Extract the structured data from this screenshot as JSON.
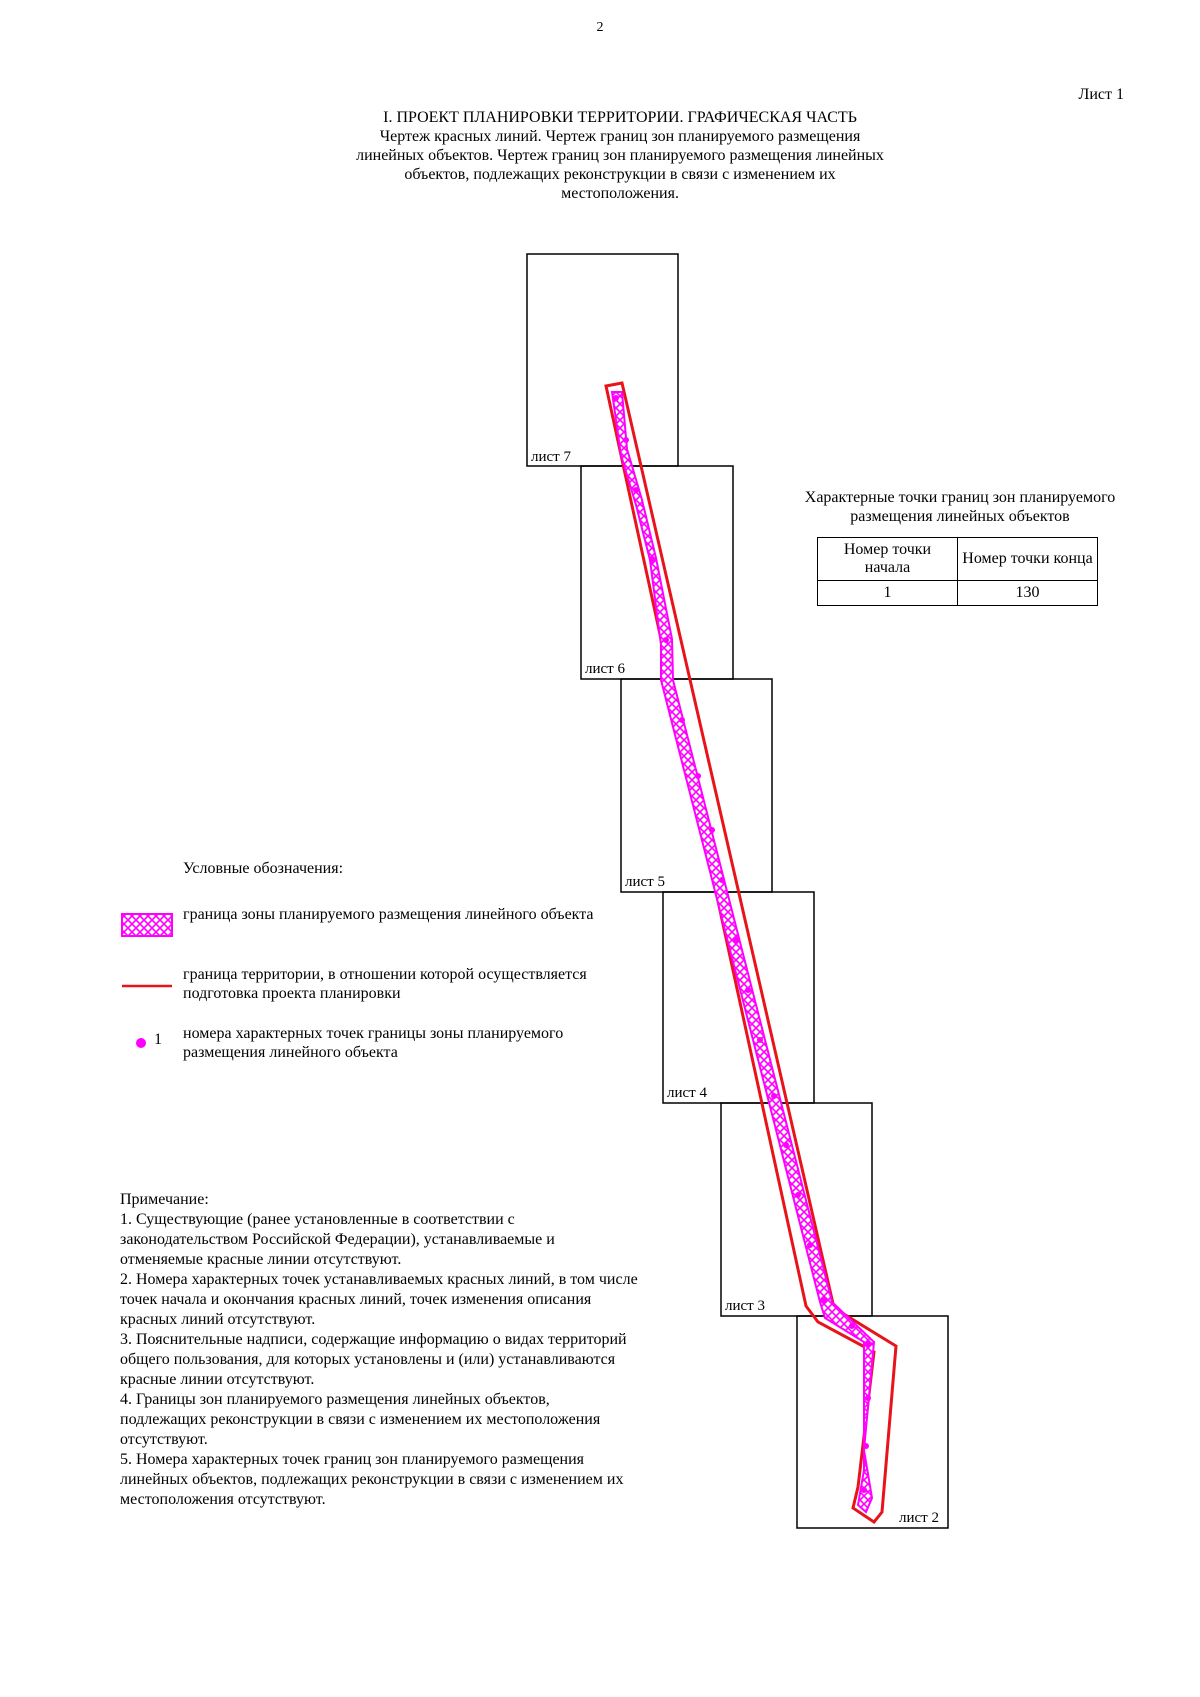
{
  "page_number": "2",
  "sheet_label": "Лист 1",
  "title": {
    "line1": "I. ПРОЕКТ ПЛАНИРОВКИ ТЕРРИТОРИИ. ГРАФИЧЕСКАЯ ЧАСТЬ",
    "line2": "Чертеж красных линий. Чертеж границ зон планируемого размещения",
    "line3": "линейных объектов. Чертеж границ зон планируемого размещения линейных",
    "line4": "объектов, подлежащих реконструкции в связи с изменением их",
    "line5": "местоположения."
  },
  "map": {
    "sheets": [
      "лист 7",
      "лист 6",
      "лист 5",
      "лист 4",
      "лист 3",
      "лист 2"
    ],
    "colors": {
      "boundary": "#e8141b",
      "zone": "#ff00ff",
      "frame": "#000000"
    }
  },
  "points_table": {
    "title_line1": "Характерные точки границ зон планируемого",
    "title_line2": "размещения линейных объектов",
    "headers": [
      "Номер точки начала",
      "Номер точки конца"
    ],
    "rows": [
      [
        "1",
        "130"
      ]
    ]
  },
  "legend": {
    "title": "Условные обозначения:",
    "items": [
      {
        "icon": "hatched-zone-icon",
        "text": "граница зоны планируемого размещения линейного объекта"
      },
      {
        "icon": "red-line-icon",
        "text": "граница территории, в отношении которой осуществляется подготовка проекта планировки"
      },
      {
        "icon": "magenta-point-icon",
        "label": "1",
        "text": "номера характерных точек границы зоны планируемого размещения линейного объекта"
      }
    ]
  },
  "notes": {
    "title": "Примечание:",
    "items": [
      "1. Существующие (ранее установленные в соответствии с законодательством Российской Федерации), устанавливаемые и отменяемые красные линии отсутствуют.",
      "2. Номера характерных точек устанавливаемых красных линий, в том числе точек начала и окончания красных линий, точек изменения описания красных линий отсутствуют.",
      "3. Пояснительные надписи, содержащие информацию о видах территорий общего пользования, для которых установлены и (или) устанавливаются красные линии отсутствуют.",
      "4. Границы зон планируемого размещения линейных объектов, подлежащих реконструкции в связи с изменением их местоположения отсутствуют.",
      "5. Номера характерных точек границ зон планируемого размещения линейных объектов, подлежащих реконструкции в связи с изменением их местоположения отсутствуют."
    ]
  }
}
